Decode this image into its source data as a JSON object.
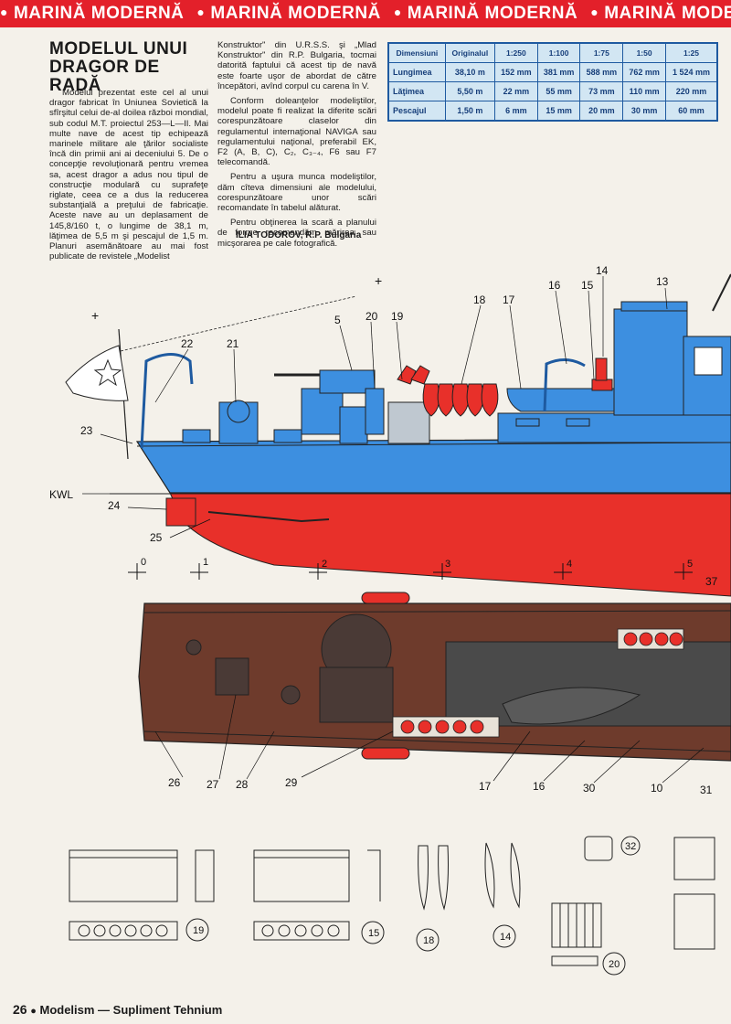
{
  "banner": {
    "items": [
      "MARINĂ MODERNĂ",
      "MARINĂ MODERNĂ",
      "MARINĂ MODERNĂ",
      "MARINĂ MODERNĂ"
    ]
  },
  "article": {
    "title_line1": "MODELUL UNUI",
    "title_line2": "DRAGOR DE RADĂ",
    "col1": "Modelul prezentat este cel al unui dragor fabricat în Uniunea Sovietică la sfîrşitul celui de-al doilea război mondial, sub codul M.T. proiectul 253—L—II. Mai multe nave de acest tip echipează marinele militare ale ţărilor socialiste încă din primii ani ai deceniului 5. De o concepţie revoluţionară pentru vremea sa, acest dragor a adus nou tipul de construcţie modulară cu suprafeţe riglate, ceea ce a dus la reducerea substanţială a preţului de fabricaţie. Aceste nave au un deplasament de 145,8/160 t, o lungime de 38,1 m, lăţimea de 5,5 m şi pescajul de 1,5 m. Planuri asemănătoare au mai fost publicate de revistele „Modelist",
    "col2_p1": "Konstruktor\" din U.R.S.S. şi „Mlad Konstruktor\" din R.P. Bulgaria, tocmai datorită faptului că acest tip de navă este foarte uşor de abordat de către începători, avînd corpul cu carena în V.",
    "col2_p2": "Conform doleanţelor modeliştilor, modelul poate fi realizat la diferite scări corespunzătoare claselor din regulamentul internaţional NAVIGA sau regulamentului naţional, preferabil EK, F2 (A, B, C), C₂, C₃₋₄, F6 sau F7 telecomandă.",
    "col2_p3": "Pentru a uşura munca modeliştilor, dăm cîteva dimensiuni ale modelului, corespunzătoare unor scări recomandate în tabelul alăturat.",
    "col2_p4": "Pentru obţinerea la scară a planului de forme recomandăm mărirea sau micşorarea pe cale fotografică.",
    "author": "ILIA TODOROV, R.P. Bulgaria"
  },
  "table": {
    "headers": [
      "Dimensiuni",
      "Originalul",
      "1:250",
      "1:100",
      "1:75",
      "1:50",
      "1:25"
    ],
    "rows": [
      [
        "Lungimea",
        "38,10 m",
        "152 mm",
        "381 mm",
        "588 mm",
        "762 mm",
        "1 524 mm"
      ],
      [
        "Lăţimea",
        "5,50 m",
        "22 mm",
        "55 mm",
        "73 mm",
        "110 mm",
        "220 mm"
      ],
      [
        "Pescajul",
        "1,50 m",
        "6 mm",
        "15 mm",
        "20 mm",
        "30 mm",
        "60 mm"
      ]
    ]
  },
  "drawing": {
    "waterline_label": "KWL",
    "side_callouts": [
      "13",
      "14",
      "15",
      "16",
      "17",
      "18",
      "19",
      "20",
      "5",
      "21",
      "22",
      "23",
      "24",
      "25"
    ],
    "stations": [
      "0",
      "1",
      "2",
      "3",
      "4",
      "5"
    ],
    "plan_callouts": [
      "37",
      "26",
      "27",
      "28",
      "29",
      "17",
      "16",
      "30",
      "10",
      "31"
    ],
    "detail_callouts": [
      "19",
      "15",
      "18",
      "14",
      "32",
      "20"
    ]
  },
  "footer": {
    "page": "26",
    "text": "Modelism — Supliment Tehnium"
  },
  "colors": {
    "banner": "#e3202a",
    "hull_blue": "#3d8fe0",
    "hull_red": "#e8302a",
    "deck_brown": "#6e3b2c",
    "table_bg": "#d2e6f3"
  }
}
